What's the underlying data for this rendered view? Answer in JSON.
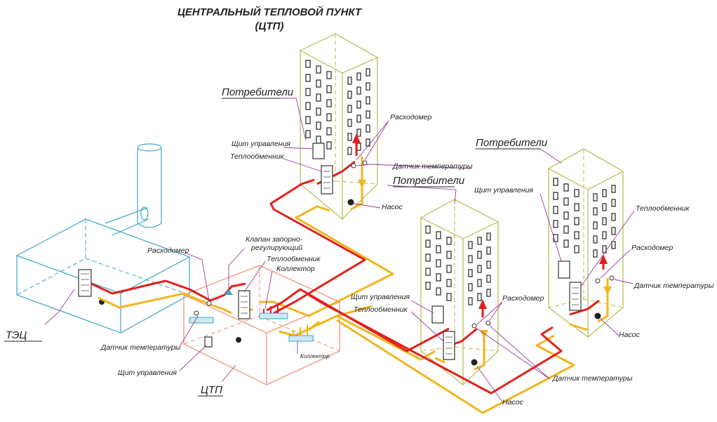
{
  "title": {
    "line1": "ЦЕНТРАЛЬНЫЙ ТЕПЛОВОЙ ПУНКТ",
    "line2": "(ЦТП)"
  },
  "labels": {
    "tec": "ТЭЦ",
    "ctp": "ЦТП",
    "consumers": "Потребители",
    "flow_meter": "Расходомер",
    "temp_sensor": "Датчик температуры",
    "control_panel": "Щит управления",
    "heat_exchanger": "Теплообменник",
    "pump": "Насос",
    "collector": "Коллектор",
    "valve_line1": "Клапан запорно-",
    "valve_line2": "регулирующий"
  },
  "colors": {
    "supply_pipe": "#e0201c",
    "return_pipe": "#f2b51c",
    "building_outline": "#b7b94a",
    "tec_outline": "#3aa6c8",
    "ctp_outline": "#f08a6e",
    "leader_lines": "#9a3c9a"
  }
}
